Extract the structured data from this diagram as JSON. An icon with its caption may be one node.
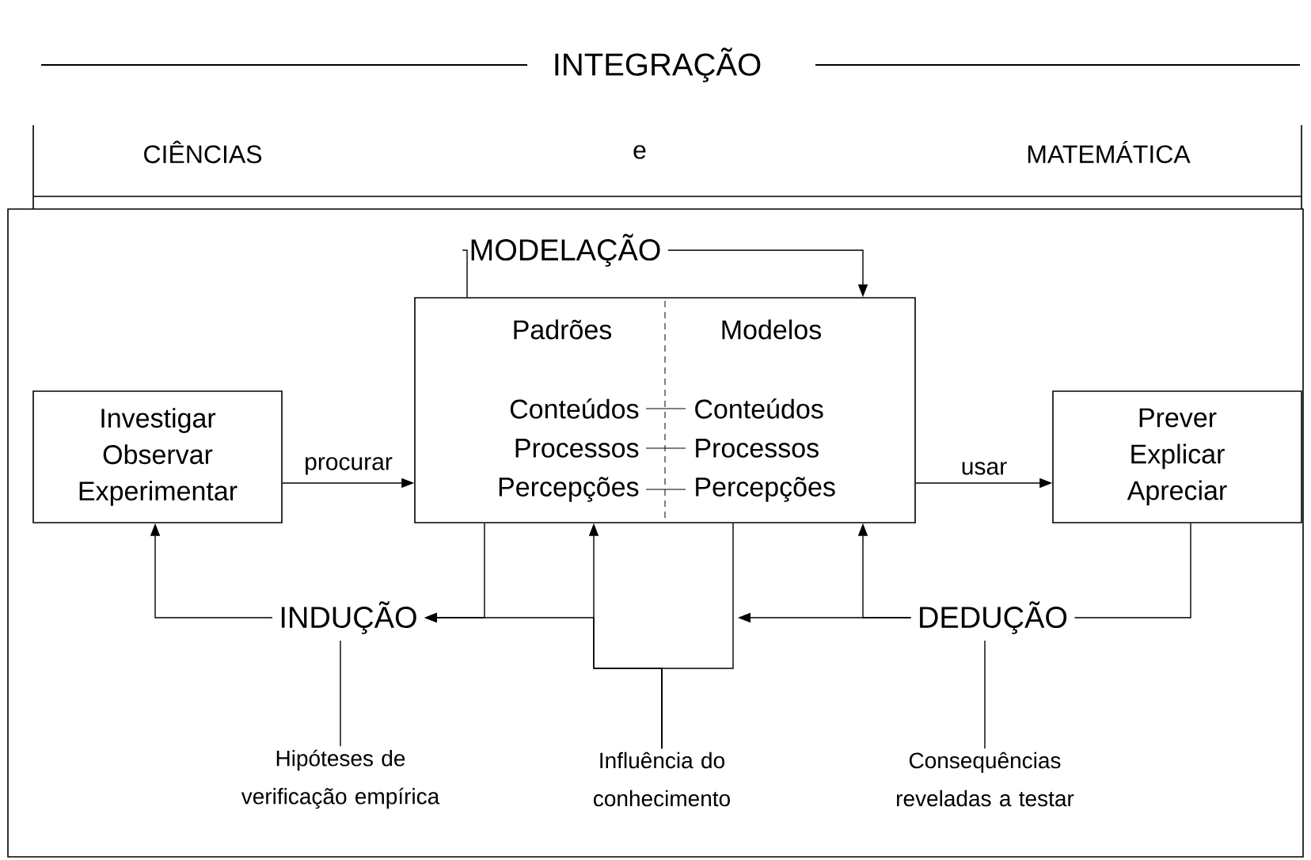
{
  "diagram": {
    "nodes": [
      {
        "text": [
          "MODELAÇÃO"
        ]
      },
      {
        "text": [
          "Padrões",
          "Modelos",
          "Conteúdos",
          "Conteúdos",
          "Processos",
          "Processos",
          "Percepções",
          "Percepções"
        ]
      },
      {
        "text": [
          "Investigar",
          "Observar",
          "Experimentar"
        ]
      },
      {
        "text": [
          "Prever",
          "Explicar",
          "Apreciar"
        ]
      },
      {
        "text": [
          "INDUÇÃO"
        ]
      },
      {
        "text": [
          "DEDUÇÃO"
        ]
      },
      {
        "text": [
          "Hipóteses de verificação empírica"
        ]
      },
      {
        "text": [
          "Influência do conhecimento"
        ]
      },
      {
        "text": [
          "Consequências reveladas a testar"
        ]
      }
    ],
    "edges": [
      {
        "from": 1,
        "to": 0,
        "arrow": "none"
      },
      {
        "from": 0,
        "to": 1,
        "arrow": "to"
      },
      {
        "from": 2,
        "to": 1,
        "arrow": "to",
        "label": "procurar"
      },
      {
        "from": 1,
        "to": 3,
        "arrow": "to",
        "label": "usar"
      },
      {
        "from": 1,
        "to": 4,
        "arrow": "to"
      },
      {
        "from": 4,
        "to": 2,
        "arrow": "to"
      },
      {
        "from": 3,
        "to": 5,
        "arrow": "none"
      },
      {
        "from": 5,
        "to": 1,
        "arrow": "to"
      },
      {
        "from": 7,
        "to": 1,
        "arrow": "to"
      },
      {
        "from": 7,
        "to": 1,
        "arrow": "none"
      },
      {
        "from": 5,
        "to": null,
        "arrow": "to"
      },
      {
        "from": 7,
        "to": 4,
        "arrow": "to"
      },
      {
        "from": 6,
        "to": 4,
        "arrow": "none"
      },
      {
        "from": 8,
        "to": 5,
        "arrow": "none"
      }
    ],
    "labels": [
      "INTEGRAÇÃO",
      "CIÊNCIAS",
      "e",
      "MATEMÁTICA"
    ]
  }
}
